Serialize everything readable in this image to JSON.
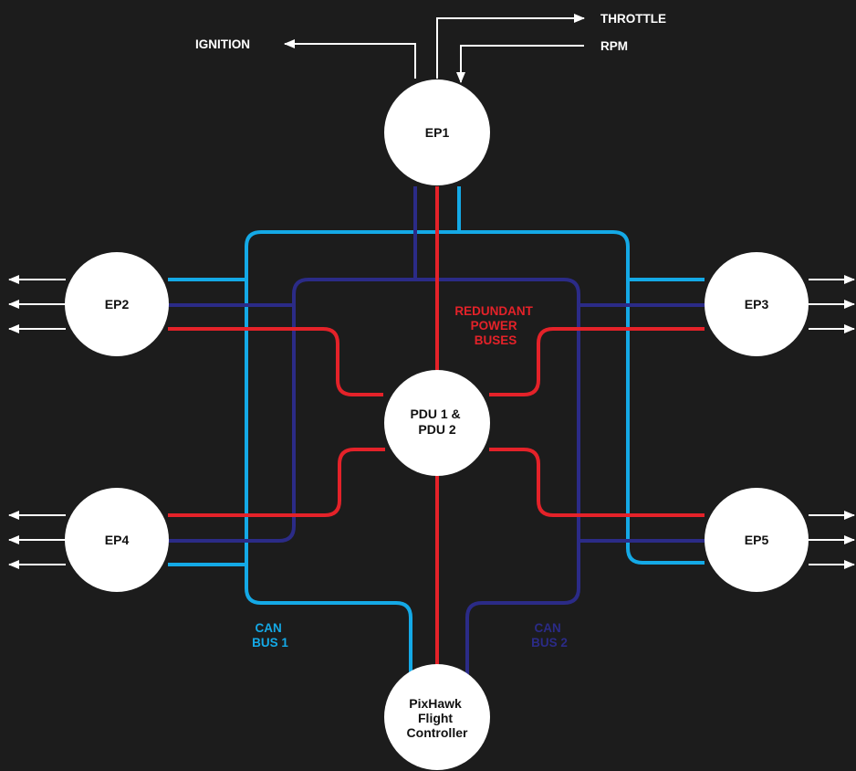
{
  "colors": {
    "background": "#1c1c1c",
    "can_bus_1": "#14a9e6",
    "can_bus_2": "#2b2b87",
    "power_bus": "#e42229",
    "node_fill": "#ffffff",
    "arrow": "#ffffff"
  },
  "nodes": {
    "ep1": {
      "lines": [
        "EP1"
      ]
    },
    "ep2": {
      "lines": [
        "EP2"
      ]
    },
    "ep3": {
      "lines": [
        "EP3"
      ]
    },
    "ep4": {
      "lines": [
        "EP4"
      ]
    },
    "ep5": {
      "lines": [
        "EP5"
      ]
    },
    "pdu": {
      "lines": [
        "PDU 1 &",
        "PDU 2"
      ]
    },
    "pixhawk": {
      "lines": [
        "PixHawk",
        "Flight",
        "Controller"
      ]
    }
  },
  "signals": {
    "ignition": "IGNITION",
    "throttle": "THROTTLE",
    "rpm": "RPM"
  },
  "bus_labels": {
    "power": [
      "REDUNDANT",
      "POWER",
      "BUSES"
    ],
    "can1": [
      "CAN",
      "BUS 1"
    ],
    "can2": [
      "CAN",
      "BUS 2"
    ]
  }
}
